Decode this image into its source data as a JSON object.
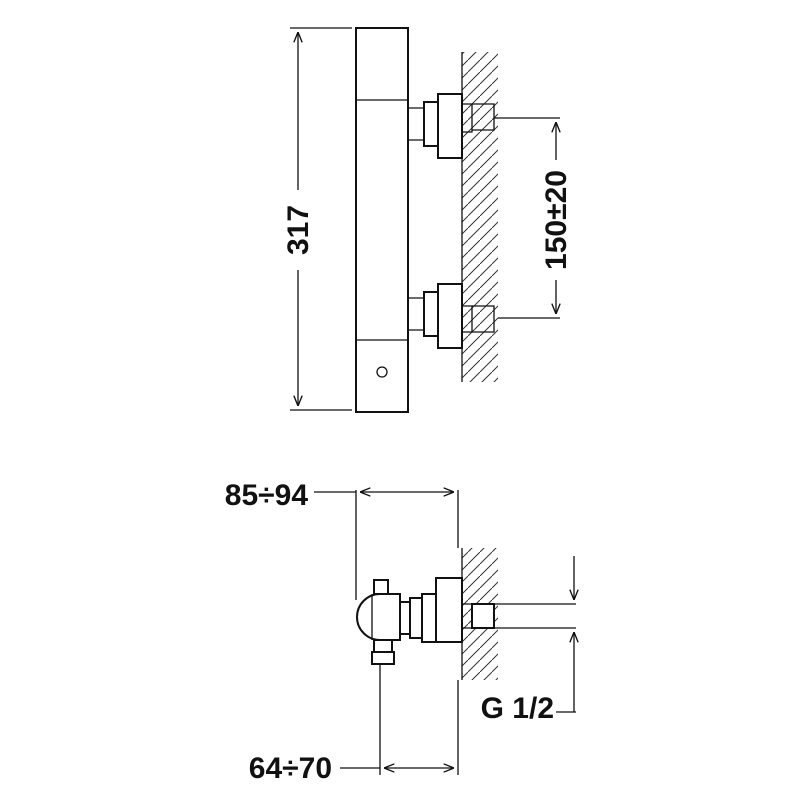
{
  "drawing": {
    "line_color": "#111111",
    "background": "#ffffff"
  },
  "front_view": {
    "height_label": "317",
    "inlet_spacing_label": "150±20"
  },
  "side_view": {
    "depth_label": "85÷94",
    "outlet_depth_label": "64÷70",
    "thread_label": "G 1/2"
  },
  "icons": {
    "wall": "wall-hatch-icon",
    "mixer": "thermostatic-mixer-icon"
  }
}
